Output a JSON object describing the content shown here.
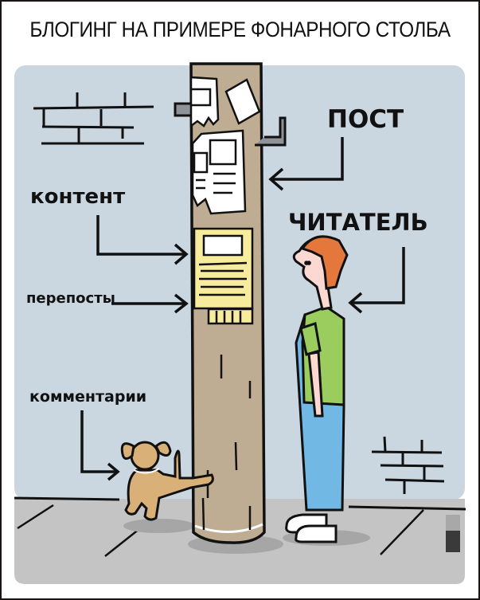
{
  "title": "БЛОГИНГ НА ПРИМЕРЕ ФОНАРНОГО СТОЛБА",
  "labels": {
    "post": "ПОСТ",
    "reader": "ЧИТАТЕЛЬ",
    "content": "контент",
    "reposts": "перепосты",
    "comments": "комментарии"
  },
  "colors": {
    "wall": "#cad6e0",
    "pavement": "#c4c4c4",
    "pole": "#bfad93",
    "note_yellow": "#f7eb9c",
    "shirt": "#9acd5e",
    "jeans": "#72b8e4",
    "hair": "#e4783c",
    "dog": "#d8b078",
    "skin": "#fbd8d2"
  }
}
